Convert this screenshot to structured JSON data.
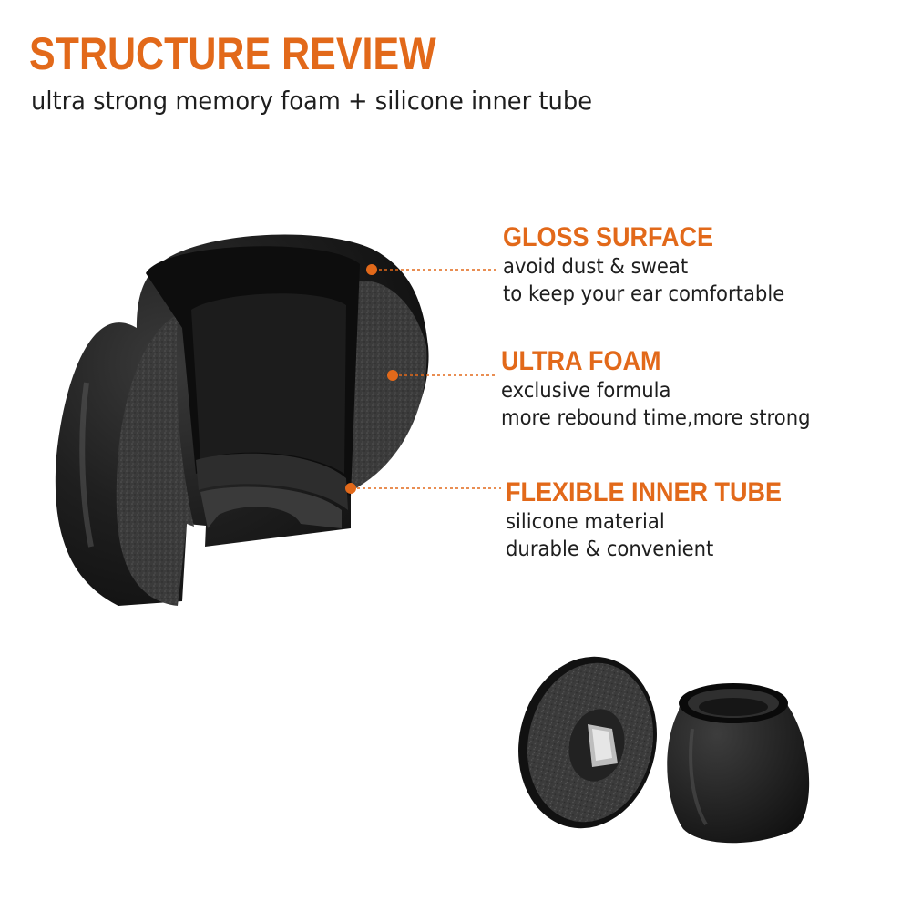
{
  "header": {
    "title": "STRUCTURE REVIEW",
    "subtitle": "ultra strong memory foam + silicone inner tube"
  },
  "features": [
    {
      "title": "GLOSS SURFACE",
      "lines": [
        "avoid dust & sweat",
        "to keep your ear comfortable"
      ]
    },
    {
      "title": "ULTRA FOAM",
      "lines": [
        "exclusive formula",
        "more rebound time,more strong"
      ]
    },
    {
      "title": "FLEXIBLE INNER TUBE",
      "lines": [
        "silicone material",
        "durable & convenient"
      ]
    }
  ],
  "colors": {
    "accent": "#e2691a",
    "text": "#1e1e1e",
    "product": "#1b1b1b",
    "foam": "#3a3a3a"
  }
}
